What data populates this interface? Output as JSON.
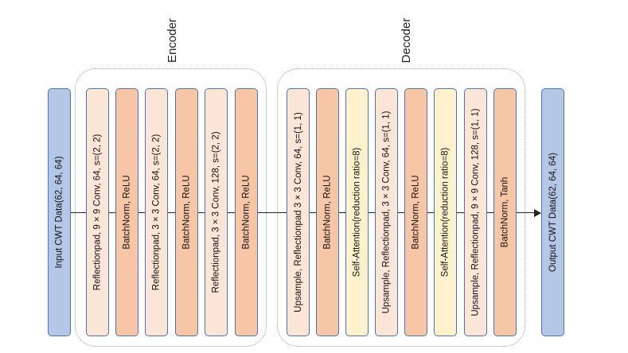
{
  "encoder": {
    "title": "Encoder",
    "blocks": [
      {
        "label": "Reflectionpad, 9 × 9 Conv, 64, s=(2, 2)",
        "fill": "#fbe5d6"
      },
      {
        "label": "BatchNorm, ReLU",
        "fill": "#f7c6a6"
      },
      {
        "label": "Reflectionpad, 3 × 3 Conv, 64, s=(2, 2)",
        "fill": "#fbe5d6"
      },
      {
        "label": "BatchNorm, ReLU",
        "fill": "#f7c6a6"
      },
      {
        "label": "Reflectionpad, 3 × 3 Conv, 128, s=(2, 2)",
        "fill": "#fbe5d6"
      },
      {
        "label": "BatchNorm, ReLU",
        "fill": "#f7c6a6"
      }
    ]
  },
  "decoder": {
    "title": "Decoder",
    "blocks": [
      {
        "label": "Upsample, Reflectionpad 3 × 3 Conv, 64, s=(1, 1)",
        "fill": "#fbe5d6"
      },
      {
        "label": "BatchNorm, ReLU",
        "fill": "#f7c6a6"
      },
      {
        "label": "Self-Attention(reduction ratio=8)",
        "fill": "#fff2cc"
      },
      {
        "label": "Upsample, Reflectionpad, 3 × 3 Conv, 64, s=(1, 1)",
        "fill": "#fbe5d6"
      },
      {
        "label": "BatchNorm, ReLU",
        "fill": "#f7c6a6"
      },
      {
        "label": "Self-Attention(reduction ratio=8)",
        "fill": "#fff2cc"
      },
      {
        "label": "Upsample, Reflectionpad, 9 × 9 Conv, 128, s=(1, 1)",
        "fill": "#fbe5d6"
      },
      {
        "label": "BatchNorm, Tanh",
        "fill": "#f7c6a6"
      }
    ]
  },
  "input_block": {
    "label": "Input CWT Data(62, 64, 64)",
    "fill": "#b4c7e7"
  },
  "output_block": {
    "label": "Output CWT Data(62, 64, 64)",
    "fill": "#b4c7e7"
  },
  "colors": {
    "border": "#4a74b8",
    "arrow": "#222222"
  }
}
